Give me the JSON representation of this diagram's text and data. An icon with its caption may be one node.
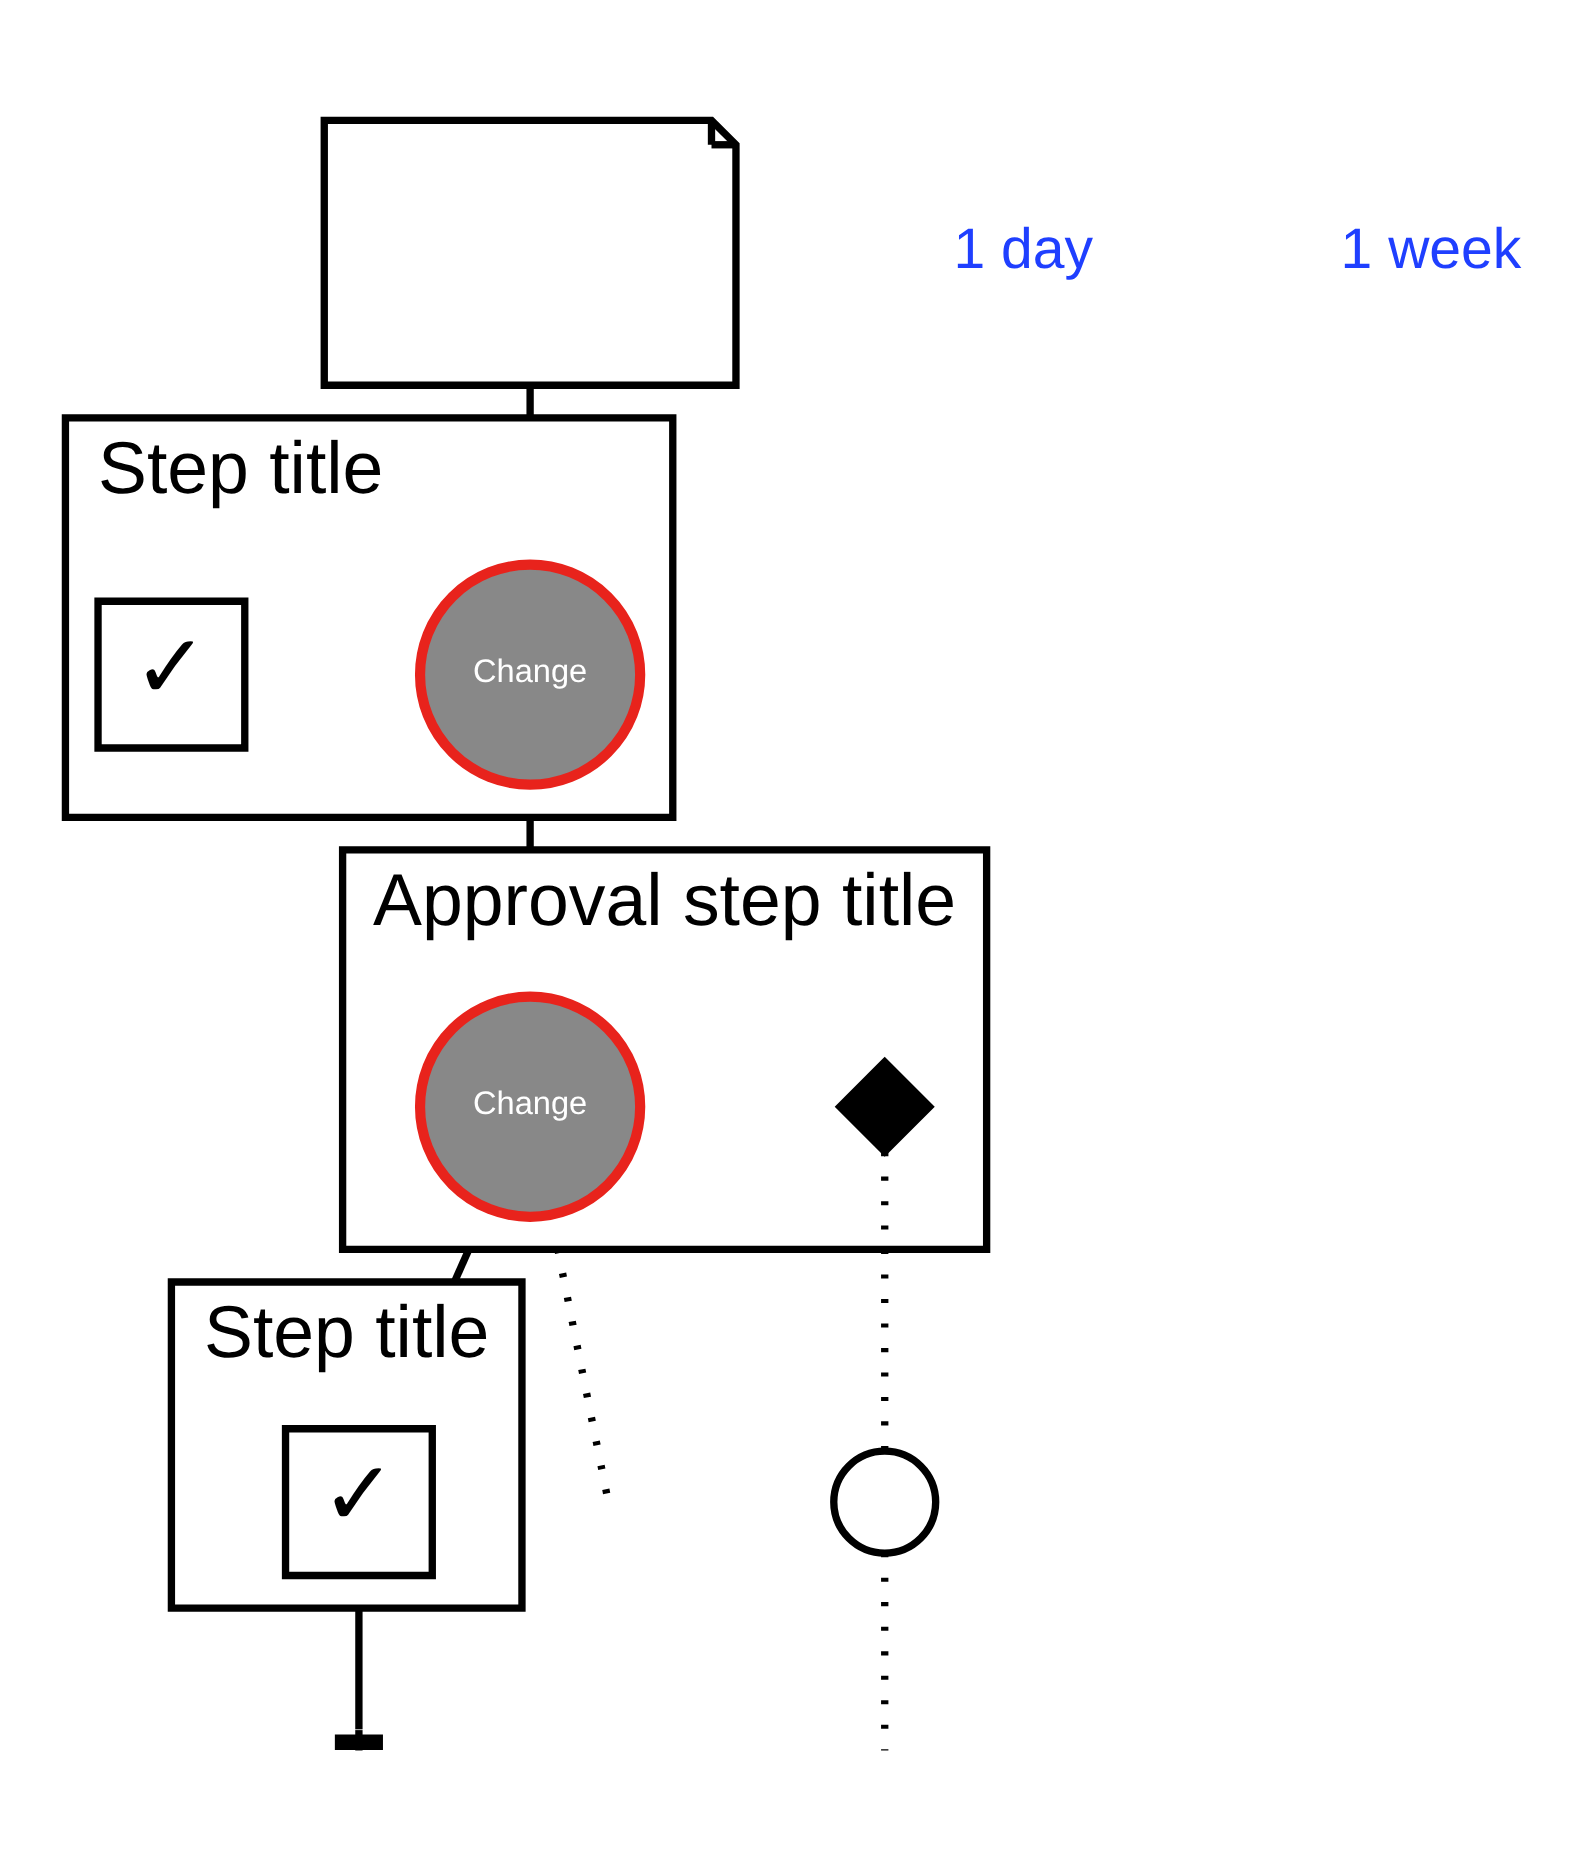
{
  "diagram": {
    "nodes": [
      {
        "text": [],
        "shape": "picture"
      },
      {
        "text": [
          "Step title"
        ]
      },
      {
        "text": [
          "Change"
        ],
        "in": 1
      },
      {
        "text": [
          "✓"
        ],
        "in": 1
      },
      {
        "text": [
          "Approval step title"
        ]
      },
      {
        "text": [
          "Change"
        ],
        "in": 4
      },
      {
        "text": [],
        "shape": "diamond",
        "in": 4
      },
      {
        "text": [
          "Step title"
        ]
      },
      {
        "text": [
          "✓"
        ],
        "in": 7
      },
      {
        "text": [],
        "shape": "circle"
      }
    ],
    "edges": [
      {
        "from": 0,
        "to": 1,
        "arrow": "none"
      },
      {
        "from": 1,
        "to": 4,
        "arrow": "none"
      },
      {
        "from": 4,
        "to": 7,
        "arrow": "none"
      },
      {
        "from": 7,
        "to": null,
        "arrow": "other"
      },
      {
        "from": 4,
        "to": null,
        "arrow": "none",
        "style": "dashed"
      },
      {
        "from": 6,
        "to": 9,
        "arrow": "none",
        "style": "dashed"
      },
      {
        "from": 9,
        "to": null,
        "arrow": "none",
        "style": "dashed"
      }
    ],
    "labels": [
      "1 day",
      "1 week"
    ]
  }
}
